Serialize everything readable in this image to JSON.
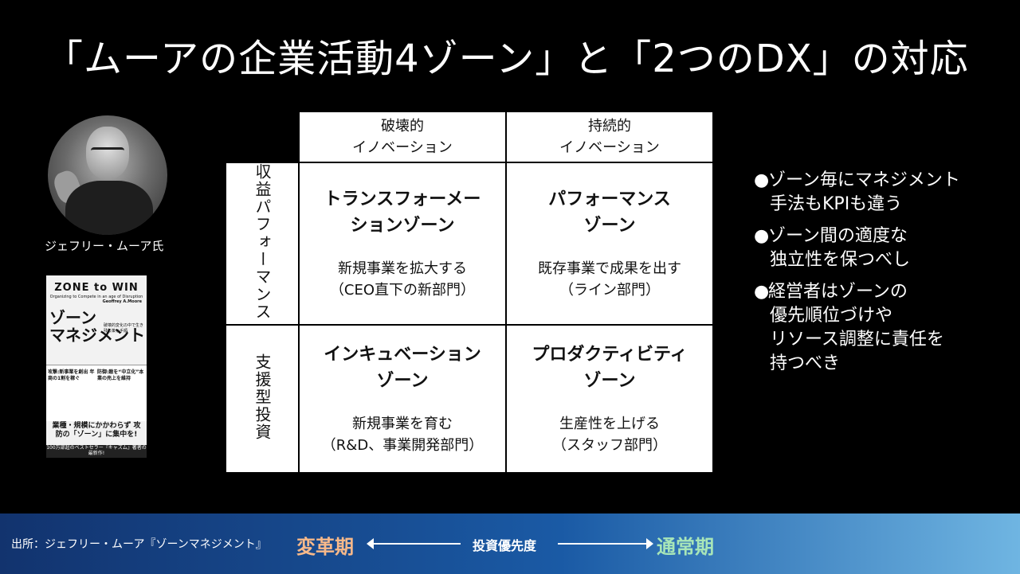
{
  "title": "「ムーアの企業活動4ゾーン」と「2つのDX」の対応",
  "person": {
    "name": "ジェフリー・ムーア氏"
  },
  "book": {
    "title_en": "ZONE to WIN",
    "subtitle_en": "Organizing to Compete in an age of Disruption",
    "author_en": "Geoffrey A.Moore",
    "title_jp_1": "ゾーン",
    "title_jp_2": "マネジメント",
    "tagline": "破壊的変化の中で生き残る策と手順",
    "attack": "攻撃:新事業を創出 年商の1割を稼ぐ",
    "defense": "防御:敵を“中立化”本業の売上を維持",
    "catch": "業種・規模にかかわらず 攻防の「ゾーン」に集中を!",
    "footer": "100万部超のベストセラー『キャズム』著者の最新作!"
  },
  "matrix": {
    "col_headers": [
      {
        "line1": "破壊的",
        "line2": "イノベーション"
      },
      {
        "line1": "持続的",
        "line2": "イノベーション"
      }
    ],
    "rows": [
      {
        "label": "収益パフォーマンス",
        "cells": [
          {
            "zone1": "トランスフォーメー",
            "zone2": "ションゾーン",
            "desc1": "新規事業を拡大する",
            "desc2": "（CEO直下の新部門）"
          },
          {
            "zone1": "パフォーマンス",
            "zone2": "ゾーン",
            "desc1": "既存事業で成果を出す",
            "desc2": "（ライン部門）"
          }
        ]
      },
      {
        "label": "支援型投資",
        "cells": [
          {
            "zone1": "インキュベーション",
            "zone2": "ゾーン",
            "desc1": "新規事業を育む",
            "desc2": "（R&D、事業開発部門）"
          },
          {
            "zone1": "プロダクティビティ",
            "zone2": "ゾーン",
            "desc1": "生産性を上げる",
            "desc2": "（スタッフ部門）"
          }
        ]
      }
    ]
  },
  "bullets": [
    {
      "lines": [
        "ゾーン毎にマネジメント",
        "手法もKPIも違う"
      ]
    },
    {
      "lines": [
        "ゾーン間の適度な",
        "独立性を保つべし"
      ]
    },
    {
      "lines": [
        "経営者はゾーンの",
        "優先順位づけや",
        "リソース調整に責任を",
        "持つべき"
      ]
    }
  ],
  "footer": {
    "source": "出所：ジェフリー・ムーア『ゾーンマネジメント』",
    "left_phase": "変革期",
    "center": "投資優先度",
    "right_phase": "通常期",
    "colors": {
      "left_phase": "#f7b98a",
      "right_phase": "#a8e6b8",
      "band_start": "#12336e",
      "band_end": "#6fb5e2"
    }
  }
}
